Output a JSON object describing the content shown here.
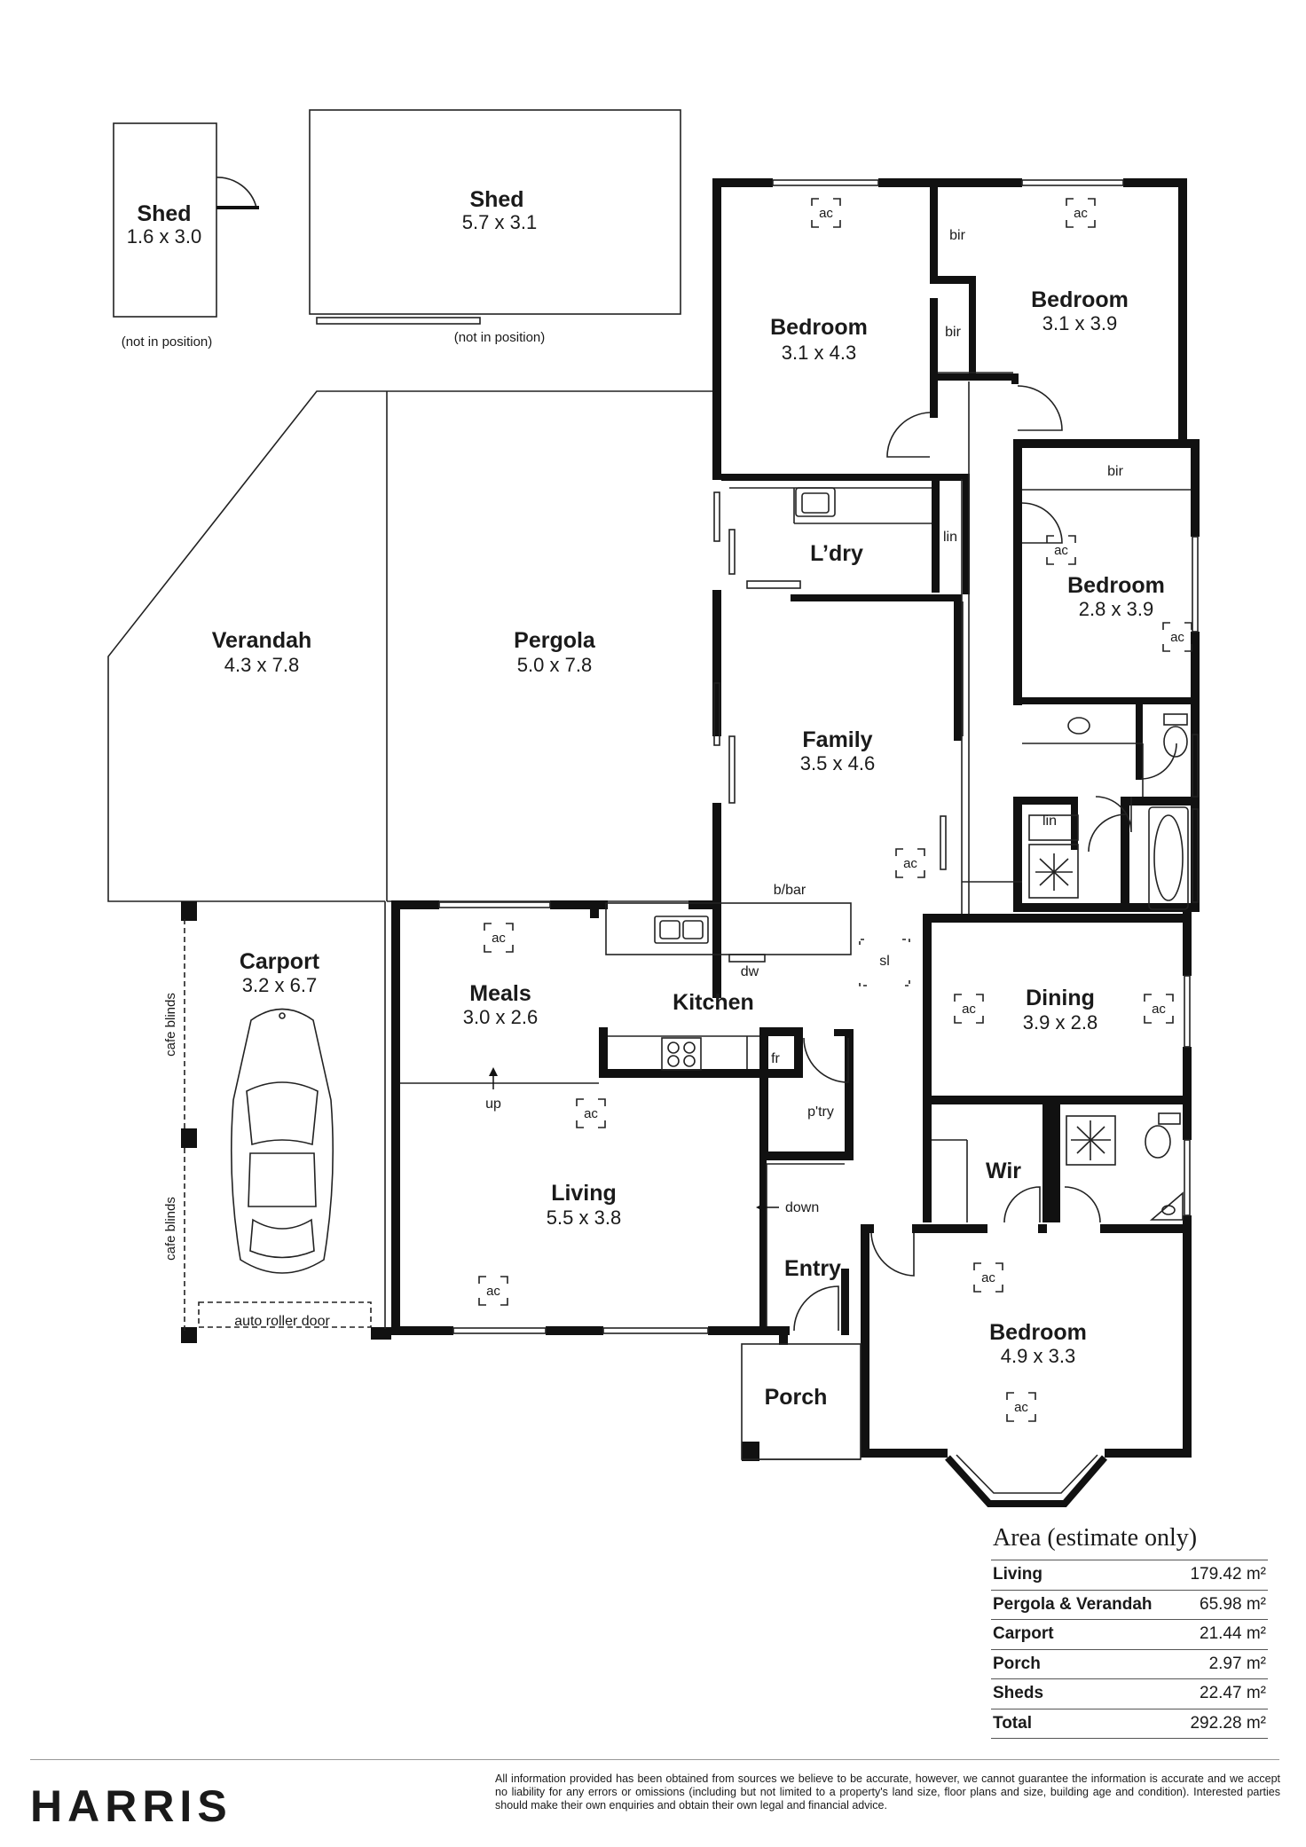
{
  "rooms": {
    "shed_small": {
      "name": "Shed",
      "dims": "1.6 x 3.0",
      "note": "(not in position)"
    },
    "shed_large": {
      "name": "Shed",
      "dims": "5.7 x 3.1",
      "note": "(not in position)"
    },
    "bedroom1": {
      "name": "Bedroom",
      "dims": "3.1 x 4.3"
    },
    "bedroom2": {
      "name": "Bedroom",
      "dims": "3.1 x 3.9"
    },
    "bedroom3": {
      "name": "Bedroom",
      "dims": "2.8 x 3.9"
    },
    "laundry": {
      "name": "L’dry"
    },
    "verandah": {
      "name": "Verandah",
      "dims": "4.3 x 7.8"
    },
    "pergola": {
      "name": "Pergola",
      "dims": "5.0 x 7.8"
    },
    "family": {
      "name": "Family",
      "dims": "3.5 x 4.6"
    },
    "carport": {
      "name": "Carport",
      "dims": "3.2 x 6.7"
    },
    "meals": {
      "name": "Meals",
      "dims": "3.0 x 2.6"
    },
    "kitchen": {
      "name": "Kitchen"
    },
    "dining": {
      "name": "Dining",
      "dims": "3.9 x 2.8"
    },
    "living": {
      "name": "Living",
      "dims": "5.5 x 3.8"
    },
    "wir": {
      "name": "Wir"
    },
    "entry": {
      "name": "Entry"
    },
    "bedroom4": {
      "name": "Bedroom",
      "dims": "4.9 x 3.3"
    },
    "porch": {
      "name": "Porch"
    }
  },
  "labels": {
    "bir": "bir",
    "lin": "lin",
    "ac": "ac",
    "bbar": "b/bar",
    "dw": "dw",
    "sl": "sl",
    "fr": "fr",
    "pantry": "p'try",
    "up": "up",
    "down": "down",
    "cafe_blinds": "cafe blinds",
    "roller_door": "auto roller door"
  },
  "area": {
    "title": "Area (estimate only)",
    "rows": [
      {
        "label": "Living",
        "value": "179.42 m²"
      },
      {
        "label": "Pergola & Verandah",
        "value": "65.98 m²"
      },
      {
        "label": "Carport",
        "value": "21.44 m²"
      },
      {
        "label": "Porch",
        "value": "2.97 m²"
      },
      {
        "label": "Sheds",
        "value": "22.47 m²"
      },
      {
        "label": "Total",
        "value": "292.28 m²"
      }
    ]
  },
  "brand": "HARRIS",
  "disclaimer": "All information provided has been obtained from sources we believe to be accurate, however, we cannot guarantee the information is accurate and we accept no liability for any errors or omissions (including but not limited to a property's land size, floor plans and size, building age and condition). Interested parties should make their own enquiries and obtain their own legal and financial advice."
}
